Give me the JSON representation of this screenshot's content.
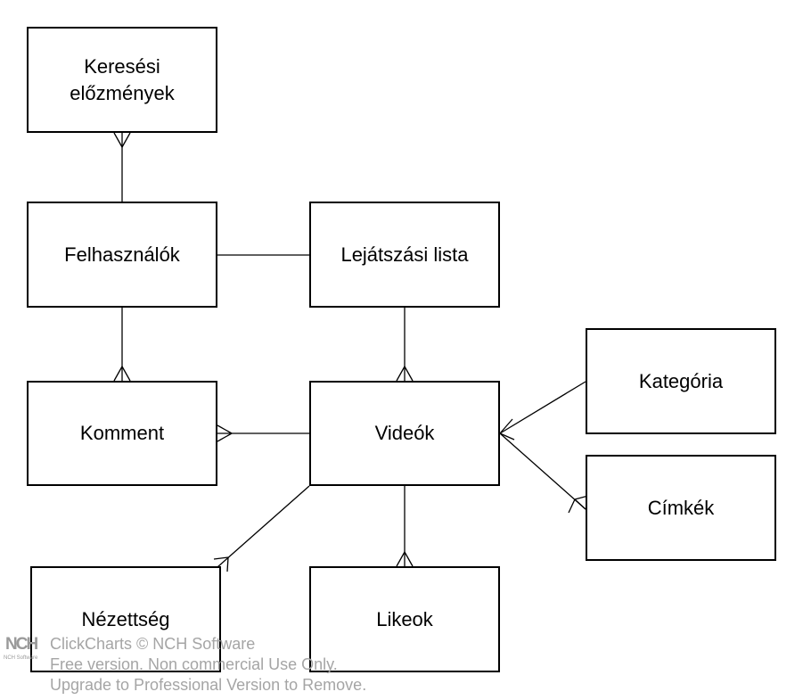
{
  "entities": {
    "kereses": "Keresési\nelőzmények",
    "felhasznalok": "Felhasználók",
    "lejatszasi": "Lejátszási lista",
    "komment": "Komment",
    "videok": "Videók",
    "kategoria": "Kategória",
    "cimkek": "Címkék",
    "nezettseg": "Nézettség",
    "likeok": "Likeok"
  },
  "watermark": {
    "logo": "NCH",
    "logo_sub": "NCH Software",
    "line1": "ClickCharts © NCH Software",
    "line2": "Free version. Non commercial Use Only.",
    "line3": "Upgrade to Professional Version to Remove."
  }
}
